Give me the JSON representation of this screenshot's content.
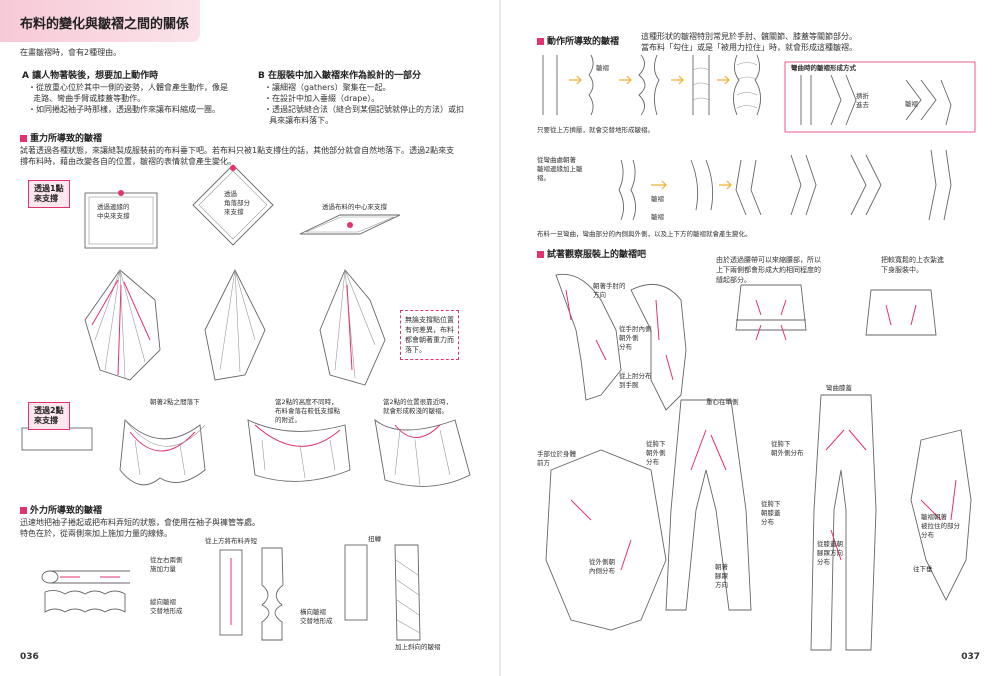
{
  "left": {
    "title": "布料的變化與皺褶之間的關係",
    "intro": "在畫皺褶時，會有2種理由。",
    "reason_a": {
      "heading": "A 讓人物著裝後，想要加上動作時",
      "lines": [
        "・從放重心位於其中一側的姿勢，人體會產生動作，像是",
        "  走路、彎曲手臂或膝蓋等動作。",
        "・如同捲起袖子時那樣，透過動作來讓布料縮成一團。"
      ]
    },
    "reason_b": {
      "heading": "B 在服裝中加入皺褶來作為設計的一部分",
      "lines": [
        "・讓細褶（gathers）聚集在一起。",
        "・在設計中加入垂綴（drape）。",
        "・透過記號縫合法（縫合到某個記號就停止的方法）或扣",
        "  具來讓布料落下。"
      ]
    },
    "gravity": {
      "heading": "重力所導致的皺褶",
      "lines": [
        "試著透過各種狀態，來讓縫製成服裝前的布料垂下吧。若布料只被1點支撐住的話，其他部分就會自然地落下。透過2點來支",
        "撐布料時，藉由改變各自的位置，皺褶的表情就會產生變化。"
      ]
    },
    "one_point": {
      "tag": "透過1點\n來支撐",
      "labels": [
        "透過邊緣的\n中央來支撐",
        "透過\n角落部分\n來支撐",
        "透過布料的中心來支撐"
      ],
      "note": "無論支撐點位置\n有何差異，布料\n都會朝著重力而\n落下。"
    },
    "two_point": {
      "tag": "透過2點\n來支撐",
      "labels": [
        "朝著2點之間落下",
        "當2點的高度不同時，\n布料會落在較低支撐點\n的附近。",
        "當2點的位置很靠近時，\n就會形成較淺的皺褶。"
      ]
    },
    "external": {
      "heading": "外力所導致的皺褶",
      "lines": [
        "迅速地把袖子捲起或把布料弄短的狀態，會使用在袖子與褲管等處。",
        "特色在於，從兩側來加上施加力量的線條。"
      ],
      "labels": [
        "從左右兩側\n施加力量",
        "縱向皺褶\n交替地形成",
        "從上方將布料弄短",
        "橫向皺褶\n交替地形成",
        "扭轉",
        "加上斜向的皺褶"
      ]
    },
    "page_number": "036"
  },
  "right": {
    "motion": {
      "heading": "動作所導致的皺褶",
      "desc": [
        "這種形狀的皺褶特別常見於手肘、髖關節、膝蓋等關節部分。",
        "當布料「勾住」或是「被用力拉住」時，就會形成這種皺褶。"
      ],
      "labels": [
        "皺褶",
        "只要從上方擠壓，就會交替地形成皺褶。",
        "從彎曲處朝著\n皺褶邊緣加上皺\n褶。",
        "皺褶",
        "皺褶",
        "布料一旦彎曲，彎曲部分的內側與外側，以及上下方的皺褶就會產生變化。"
      ],
      "box_title": "彎曲時的皺褶形成方式",
      "box_labels": [
        "擠折\n進去",
        "皺褶"
      ]
    },
    "observe": {
      "heading": "試著觀察服裝上的皺褶吧",
      "desc": "由於透過腰帶可以來縮腰部，所以\n上下兩側都會形成大約相同程度的\n縫起部分。",
      "desc2": "把較寬鬆的上衣紮進\n下身服裝中。",
      "labels": [
        "朝著手肘的\n方向",
        "從手肘內側\n朝外側\n分布",
        "從上肘分布\n到手腕",
        "重心在單側",
        "彎曲膝蓋",
        "手部位於身體\n前方",
        "從胯下\n朝外側\n分布",
        "從胯下\n朝外側分布",
        "從胯下\n朝膝蓋\n分布",
        "從外側朝\n內側分布",
        "朝著\n腳踝\n方向",
        "從膝蓋朝\n腳踝方向\n分布",
        "皺褶朝著\n被拉住的部分\n分布",
        "往下垂"
      ]
    },
    "page_number": "037"
  },
  "colors": {
    "accent": "#e4326e",
    "title_band": "#f7c9d6",
    "arrow": "#f0b030"
  }
}
